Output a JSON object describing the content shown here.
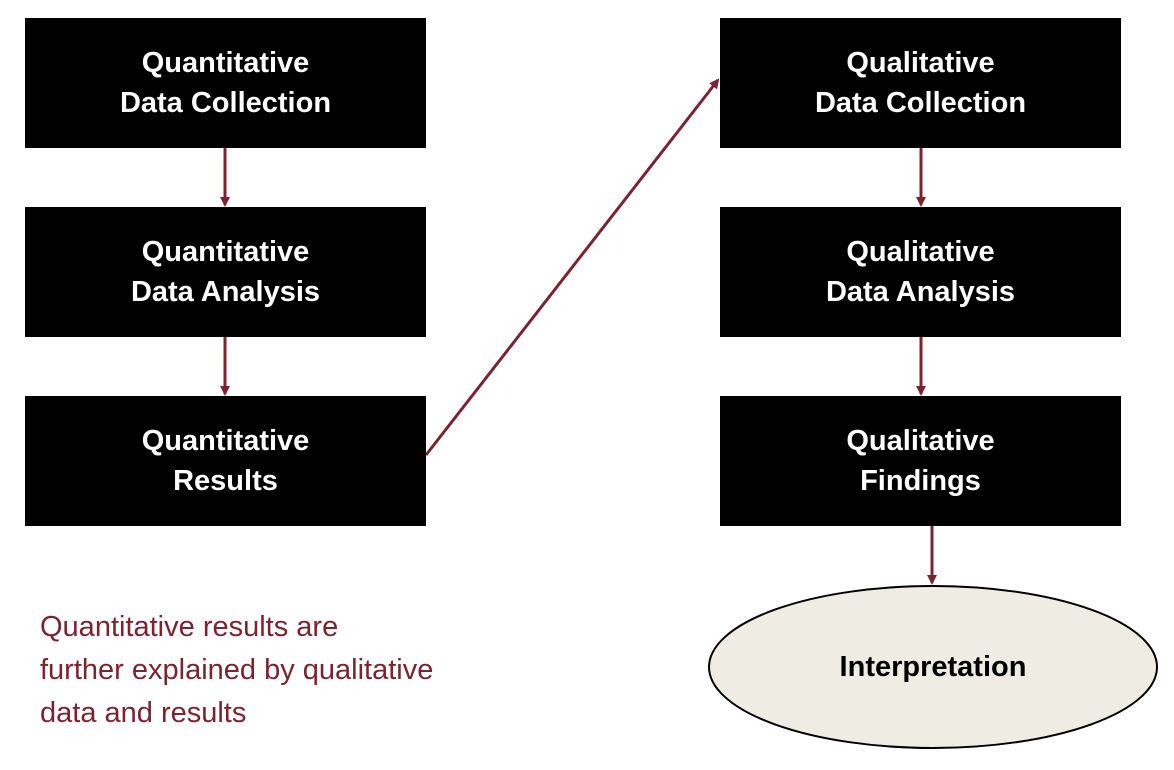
{
  "boxes": {
    "quant_collection": {
      "line1": "Quantitative",
      "line2": "Data Collection"
    },
    "quant_analysis": {
      "line1": "Quantitative",
      "line2": "Data Analysis"
    },
    "quant_results": {
      "line1": "Quantitative",
      "line2": "Results"
    },
    "qual_collection": {
      "line1": "Qualitative",
      "line2": "Data Collection"
    },
    "qual_analysis": {
      "line1": "Qualitative",
      "line2": "Data Analysis"
    },
    "qual_findings": {
      "line1": "Qualitative",
      "line2": "Findings"
    }
  },
  "interpretation": "Interpretation",
  "note": {
    "line1": "Quantitative results are",
    "line2": "further explained by qualitative",
    "line3": "data and results"
  },
  "colors": {
    "box_fill": "#000000",
    "box_text": "#ffffff",
    "arrow": "#7a2331",
    "oval_fill": "#efede3",
    "note_text": "#7a2331"
  }
}
